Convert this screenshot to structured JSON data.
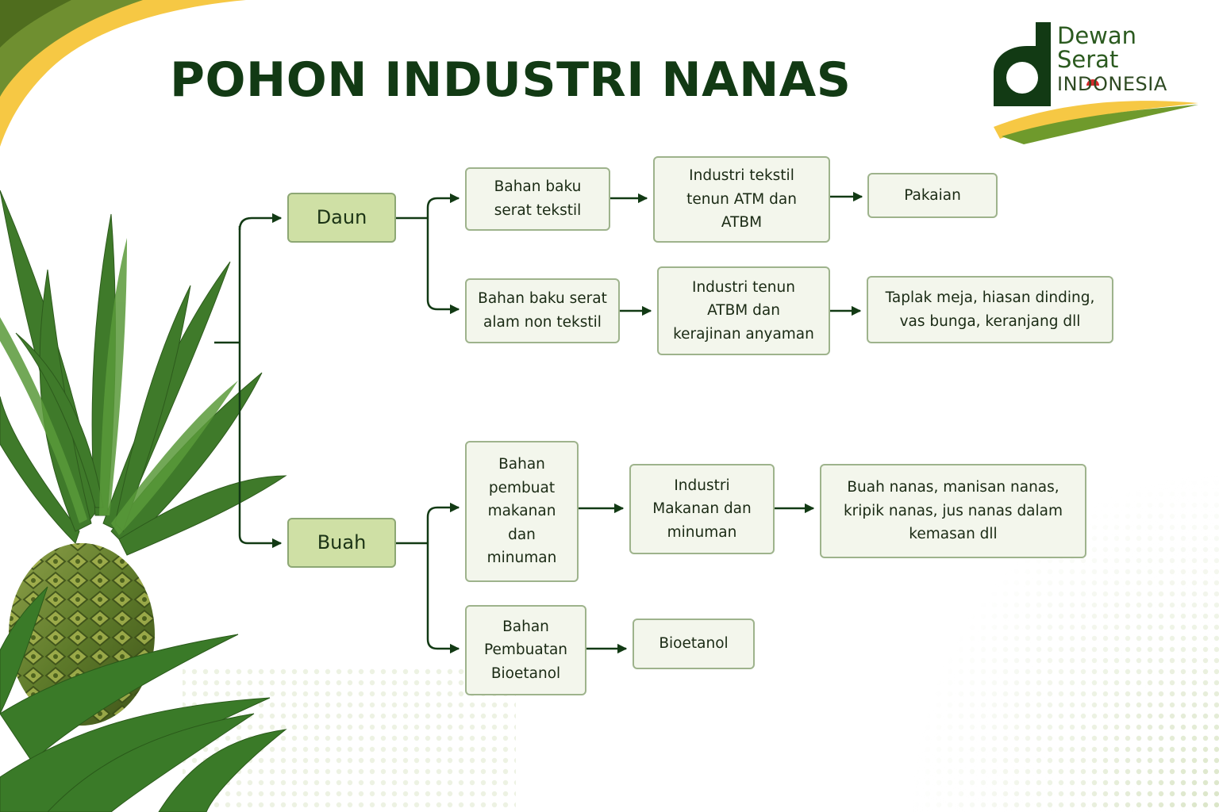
{
  "title": "POHON INDUSTRI NANAS",
  "logo": {
    "line1": "Dewan",
    "line2": "Serat",
    "line3": "INDONESIA"
  },
  "colors": {
    "title": "#123a14",
    "box_fill": "#f3f6ec",
    "box_border": "#9eb38c",
    "main_box_fill": "#cfe0a5",
    "connector": "#123a14",
    "accent_yellow": "#f6c844",
    "accent_green": "#6f9a2c",
    "logo_dark_green": "#123a14"
  },
  "diagram": {
    "branches": [
      {
        "label": "Daun",
        "children": [
          {
            "label": "Bahan baku serat tekstil",
            "next": "Industri tekstil tenun ATM dan ATBM",
            "product": "Pakaian"
          },
          {
            "label": "Bahan baku serat alam non tekstil",
            "next": "Industri tenun ATBM dan kerajinan anyaman",
            "product": "Taplak meja, hiasan dinding, vas bunga, keranjang dll"
          }
        ]
      },
      {
        "label": "Buah",
        "children": [
          {
            "label": "Bahan pembuat makanan dan minuman",
            "next": "Industri Makanan dan minuman",
            "product": "Buah nanas, manisan nanas, kripik nanas, jus nanas dalam kemasan dll"
          },
          {
            "label": "Bahan Pembuatan Bioetanol",
            "next": "Bioetanol"
          }
        ]
      }
    ]
  }
}
